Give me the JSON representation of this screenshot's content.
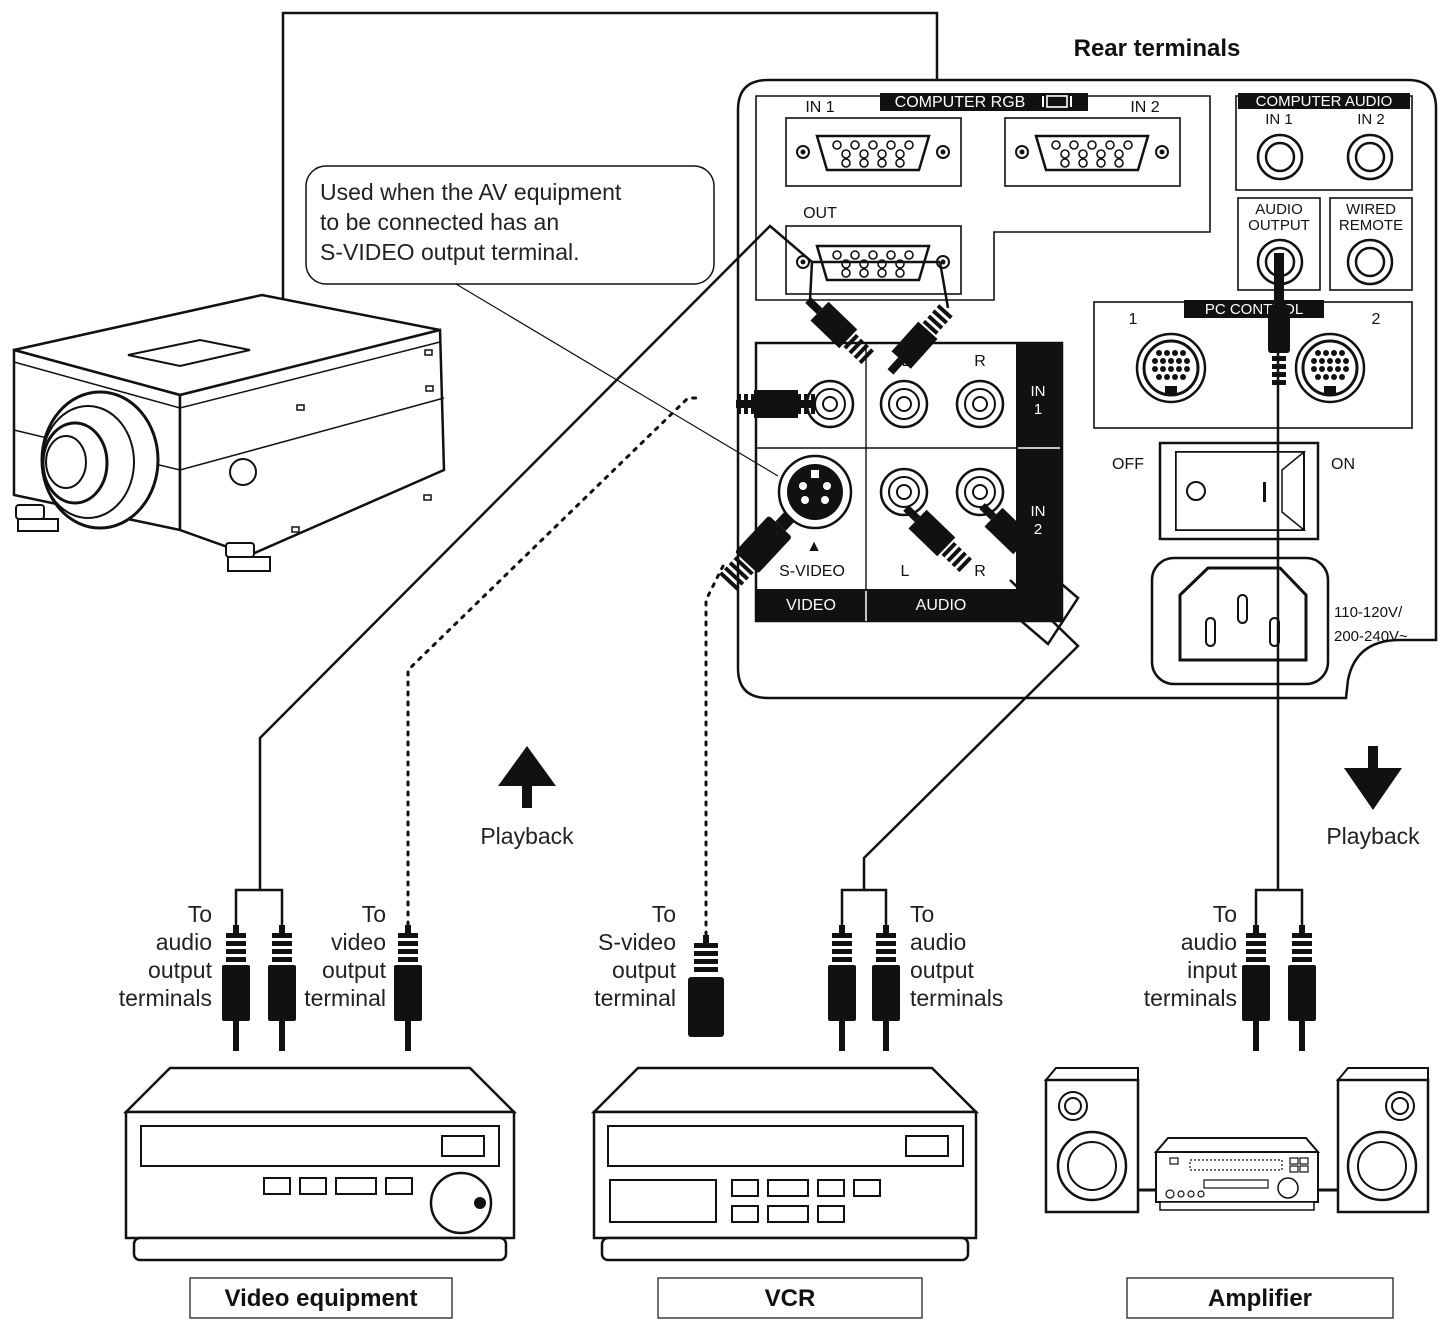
{
  "rear_panel": {
    "title": "Rear terminals",
    "computer_rgb": "COMPUTER RGB",
    "rgb_in1": "IN 1",
    "rgb_in2": "IN 2",
    "rgb_out": "OUT",
    "computer_audio": "COMPUTER AUDIO",
    "audio_in1": "IN 1",
    "audio_in2": "IN 2",
    "audio_output_line1": "AUDIO",
    "audio_output_line2": "OUTPUT",
    "wired_remote_line1": "WIRED",
    "wired_remote_line2": "REMOTE",
    "pc_control": "PC CONTROL",
    "pc1": "1",
    "pc2": "2",
    "av_in1_a": "IN",
    "av_in1_b": "1",
    "av_in2_a": "IN",
    "av_in2_b": "2",
    "av_l_top": "L",
    "av_r_top": "R",
    "svideo": "S-VIDEO",
    "svideo_mark": "▲",
    "av_l_bottom": "L",
    "av_r_bottom": "R",
    "video_bar": "VIDEO",
    "audio_bar": "AUDIO",
    "power_off": "OFF",
    "power_on": "ON",
    "voltage_line1": "110-120V/",
    "voltage_line2": "200-240V~"
  },
  "callout": {
    "line1": "Used when the AV equipment",
    "line2": "to be connected has an",
    "line3": "S-VIDEO output terminal."
  },
  "playback_left": "Playback",
  "playback_right": "Playback",
  "labels": {
    "video_audio": [
      "To",
      "audio",
      "output",
      "terminals"
    ],
    "video_video": [
      "To",
      "video",
      "output",
      "terminal"
    ],
    "vcr_svideo": [
      "To",
      "S-video",
      "output",
      "terminal"
    ],
    "vcr_audio": [
      "To",
      "audio",
      "output",
      "terminals"
    ],
    "amp_audio": [
      "To",
      "audio",
      "input",
      "terminals"
    ]
  },
  "devices": {
    "video_equipment": "Video equipment",
    "vcr": "VCR",
    "amplifier": "Amplifier"
  }
}
